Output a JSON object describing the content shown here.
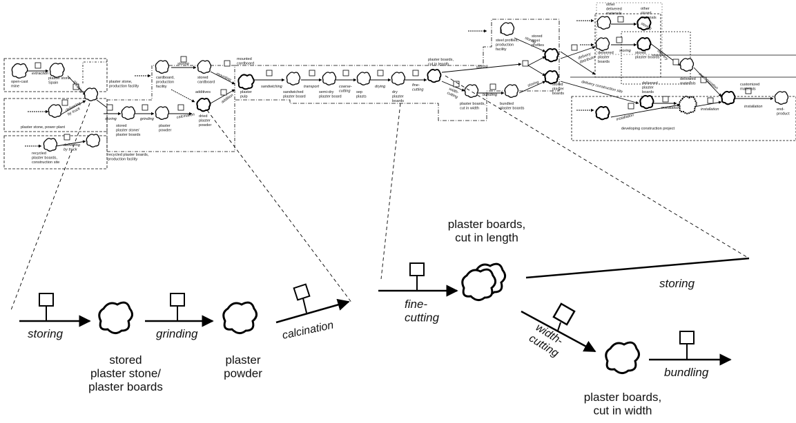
{
  "overview": {
    "open_cast_mine": "open-cast\nmine",
    "extraction": "extraction",
    "plaster_stone_spain": "plaster stone,\nSpain",
    "shipping": "shipping",
    "plaster_stone_production_facility": "plaster stone,\nproduction facility",
    "delivering_by_truck_1": "delivering\nby truck",
    "plaster_stone_power_plant": "plaster stone, power plant",
    "recycled_boards_site": "recycled\nplaster boards,\nconstruction site",
    "delivering_by_truck_2": "delivering\nby truck",
    "recycled_boards_facility": "recycled plaster boards,\nproduction facility",
    "storing_a": "storing",
    "stored_plaster_stone": "stored\nplaster stone/\nplaster boards",
    "grinding": "grinding",
    "plaster_powder": "plaster\npowder",
    "calcination": "calcination",
    "cardboard_facility": "cardboard,\nproduction\nfacility",
    "storing_b": "storing",
    "stored_cardboard": "stored\ncardboard",
    "mounting": "mounting",
    "mounted_cardboard": "mounted\ncardboard",
    "additives": "additives",
    "dried_plaster_powder": "dried\nplaster\npowder",
    "addition": "addition",
    "plaster_pulp": "plaster\npulp",
    "sandwiching": "sandwiching",
    "sandwiched_plaster_board": "sandwiched\nplaster board",
    "transport": "transport",
    "semi_dry_board": "semi-dry\nplaster board",
    "coarse_cutting": "coarse-\ncutting",
    "sep_plasts": "sep\nplasts",
    "drying": "drying",
    "dry_plaster_boards": "dry\nplaster\nboards",
    "fine_cutting": "fine-\ncutting",
    "boards_cut_length": "plaster boards,\ncut in length",
    "storing_c": "storing",
    "width_cutting": "width-\ncutting",
    "boards_cut_width": "plaster boards,\ncut in width",
    "bundling": "bundling",
    "bundled_boards": "bundled\nplaster boards",
    "storing_d": "storing",
    "steel_profiles_facility": "steel profiles,\nproduction\nfacility",
    "storing_e": "storing",
    "stored_steel_profiles": "stored\nsteel\nprofiles",
    "stored_plaster_boards_1": "stored\nplaster\nboards",
    "other_delivered_materials": "other\ndelivered\nmaterials",
    "storing_f": "storing",
    "other_stored_materials": "other\nstored\nmaterials",
    "delivery_distributor": "delivery\ndistributor",
    "delivered_plaster_boards_1": "delivered\nplaster\nboards",
    "storing_g": "storing",
    "stored_plaster_boards_2": "stored\nplaster boards",
    "delivery": "delivery",
    "delivered_materials": "delivered\nmaterials",
    "customization": "customization",
    "customized_materials": "customized\nmaterials",
    "delivery_construction_site": "delivery construction site",
    "delivered_plaster_boards_2": "delivered\nplaster\nboards",
    "installation_1": "installation",
    "installation_2": "installation",
    "installation_3": "installation",
    "installation_4": "installation",
    "developing_project": "developing construction project",
    "end_product": "end-\nproduct"
  },
  "zoom_left": {
    "storing": "storing",
    "stored_plaster_stone": "stored\nplaster stone/\nplaster boards",
    "grinding": "grinding",
    "plaster_powder": "plaster\npowder",
    "calcination": "calcination"
  },
  "zoom_right": {
    "boards_cut_length": "plaster boards,\ncut in length",
    "fine_cutting": "fine-\ncutting",
    "storing": "storing",
    "width_cutting": "width-\ncutting",
    "bundling": "bundling",
    "boards_cut_width": "plaster boards,\ncut in width"
  }
}
